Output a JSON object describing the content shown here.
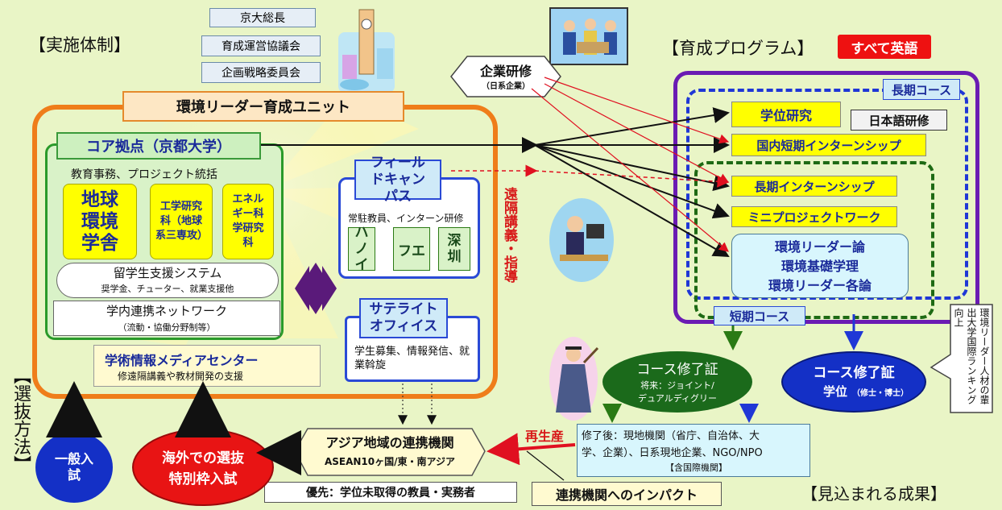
{
  "headings": {
    "implementation": "【実施体制】",
    "program": "【育成プログラム】",
    "all_english": "すべて英語",
    "selection": "【選抜方法】",
    "outcomes": "【見込まれる成果】"
  },
  "governance": [
    "京大総長",
    "育成運営協議会",
    "企画戦略委員会"
  ],
  "unit_title": "環境リーダー育成ユニット",
  "core": {
    "title": "コア拠点（京都大学）",
    "subtitle": "教育事務、プロジェクト統括",
    "dept1": "地球環境学舎",
    "dept2": "工学研究科（地球系三専攻）",
    "dept3": "エネルギー科学研究科",
    "support_title": "留学生支援システム",
    "support_sub": "奨学金、チューター、就業支援他",
    "network_title": "学内連携ネットワーク",
    "network_sub": "（流動・協働分野制等）"
  },
  "media_center": {
    "title": "学術情報メディアセンター",
    "sub": "修遠隔講義や教材開発の支援"
  },
  "field": {
    "title": "フィールドキャンパス",
    "sub": "常駐教員、インターン研修",
    "sites": [
      "ハノイ",
      "フエ",
      "深圳"
    ]
  },
  "satellite": {
    "title": "サテライトオフィイス",
    "sub": "学生募集、情報発信、就業斡旋"
  },
  "remote": "遠隔講義・指導",
  "company": {
    "title": "企業研修",
    "sub": "（日系企業）"
  },
  "long_course": "長期コース",
  "short_course": "短期コース",
  "programs": {
    "degree_research": "学位研究",
    "japanese": "日本語研修",
    "domestic_intern": "国内短期インターンシップ",
    "long_intern": "長期インターンシップ",
    "mini_project": "ミニプロジェクトワーク",
    "lectures": [
      "環境リーダー論",
      "環境基礎学理",
      "環境リーダー各論"
    ]
  },
  "certificates": {
    "green_title": "コース修了証",
    "green_sub1": "将来：ジョイント/",
    "green_sub2": "デュアルディグリー",
    "blue_title": "コース修了証",
    "blue_degree": "学位",
    "blue_degree_note": "（修士・博士）"
  },
  "ranking": "環境リーダー人材の輩出大学国際ランキング向上",
  "after": {
    "line1": "修了後：現地機関（省庁、自治体、大",
    "line2": "学、企業）、日系現地企業、NGO/NPO",
    "line3": "【含国際機関】"
  },
  "asia": {
    "title": "アジア地域の連携機関",
    "sub": "ASEAN10ヶ国/東・南アジア"
  },
  "reproduction": "再生産",
  "impact": "連携機関へのインパクト",
  "priority": "優先：学位未取得の教員・実務者",
  "general_exam": "一般入試",
  "overseas": {
    "line1": "海外での選抜",
    "line2": "特別枠入試"
  },
  "colors": {
    "background": "#e9f5c6",
    "orange": "#ef7d1a",
    "green": "#2a7a14",
    "purple": "#6a1bb3",
    "blue": "#1f37d6",
    "red": "#e01020",
    "yellow": "#ffff00",
    "navy": "#1a2a9a"
  },
  "icons": [
    "city-clip-icon",
    "workers-clip-icon",
    "office-worker-icon",
    "graduate-icon"
  ]
}
